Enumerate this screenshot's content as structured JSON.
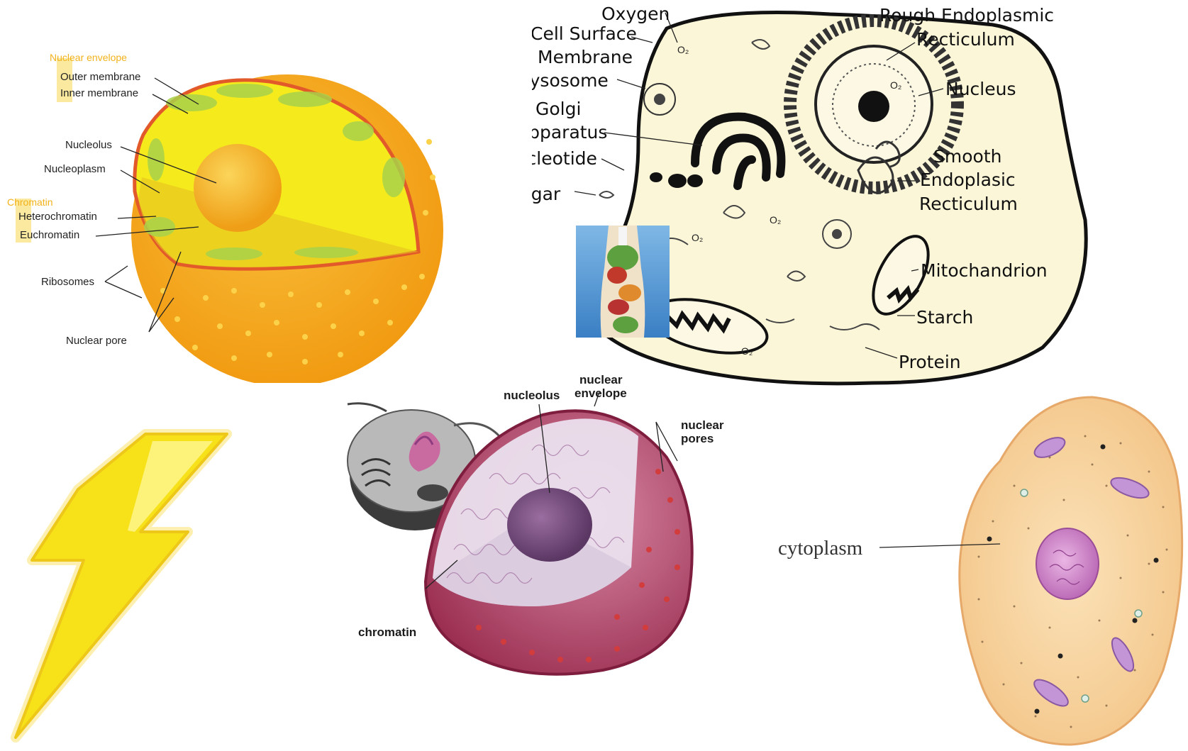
{
  "nucleus_diagram": {
    "group_envelope": "Nuclear envelope",
    "outer_membrane": "Outer membrane",
    "inner_membrane": "Inner membrane",
    "nucleolus": "Nucleolus",
    "nucleoplasm": "Nucleoplasm",
    "group_chromatin": "Chromatin",
    "heterochromatin": "Heterochromatin",
    "euchromatin": "Euchromatin",
    "ribosomes": "Ribosomes",
    "nuclear_pore": "Nuclear pore"
  },
  "cell_sketch": {
    "oxygen": "Oxygen",
    "cell_surface_1": "Cell Surface",
    "cell_surface_2": "Membrane",
    "lysosome": "Lysosome",
    "golgi_1": "Golgi",
    "golgi_2": "Apparatus",
    "nucleotide": "Nucleotide",
    "sugar": "Sugar",
    "rough_er_1": "Rough Endoplasmic",
    "rough_er_2": "Recticulum",
    "nucleus": "Nucleus",
    "smooth_er_1": "Smooth",
    "smooth_er_2": "Endoplasic",
    "smooth_er_3": "Recticulum",
    "mitochondrion": "Mitochandrion",
    "starch": "Starch",
    "protein": "Protein",
    "o2_symbol": "O₂"
  },
  "nucleus_3d": {
    "nucleolus": "nucleolus",
    "nuclear_envelope_1": "nuclear",
    "nuclear_envelope_2": "envelope",
    "nuclear_pores_1": "nuclear",
    "nuclear_pores_2": "pores",
    "chromatin": "chromatin"
  },
  "cytoplasm_cell": {
    "cytoplasm": "cytoplasm"
  },
  "colors": {
    "nucleus_orange": "#f6a51e",
    "nucleus_yellow": "#f5ea1c",
    "sketch_fill": "#fbf6d8",
    "envelope_crimson": "#a8385a",
    "cell_peach": "#f8d6a2",
    "bolt_yellow": "#f7e21a"
  }
}
